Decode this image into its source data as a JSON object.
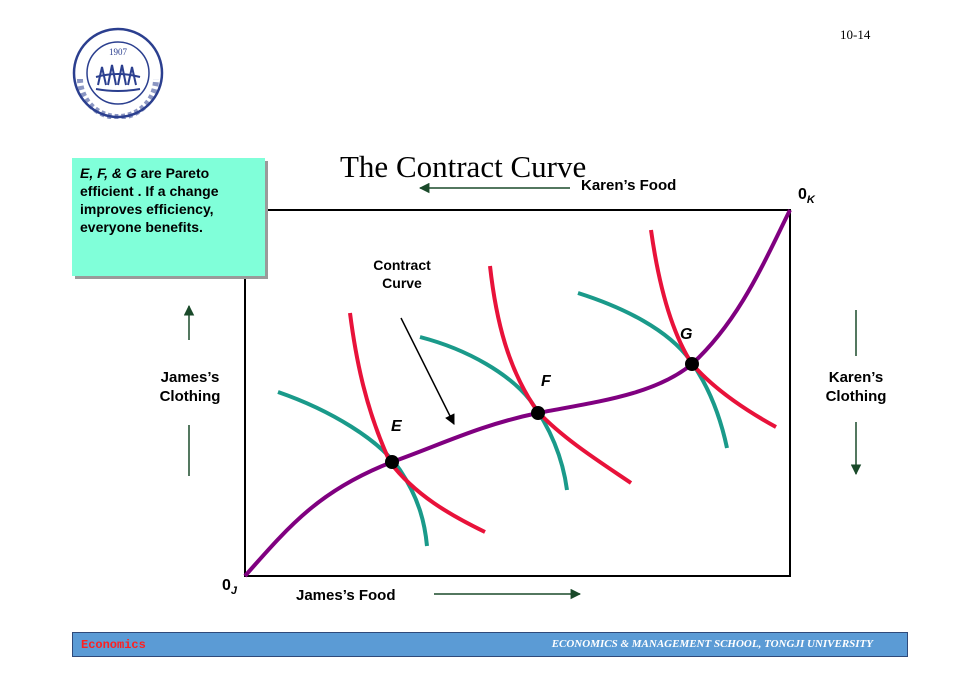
{
  "page_number": "10-14",
  "title": "The Contract Curve",
  "callout": {
    "points": "E, F, & G",
    "text": " are Pareto efficient . If a change improves efficiency, everyone benefits."
  },
  "axes": {
    "top": "Karen’s Food",
    "bottom": "James’s Food",
    "left": [
      "James’s",
      "Clothing"
    ],
    "right": [
      "Karen’s",
      "Clothing"
    ]
  },
  "origins": {
    "james": {
      "main": "0",
      "sub": "J"
    },
    "karen": {
      "main": "0",
      "sub": "K"
    }
  },
  "curve_label": [
    "Contract",
    "Curve"
  ],
  "points": [
    "E",
    "F",
    "G"
  ],
  "colors": {
    "contract_curve": "#800080",
    "karen_indifference": "#e8123a",
    "james_indifference": "#1a9a8a",
    "callout_bg": "#80ffd9",
    "footer_bg": "#5b9bd5",
    "arrow": "#1a4a2a"
  },
  "footer": {
    "left": "Economics",
    "right": "ECONOMICS & MANAGEMENT SCHOOL, TONGJI UNIVERSITY"
  }
}
